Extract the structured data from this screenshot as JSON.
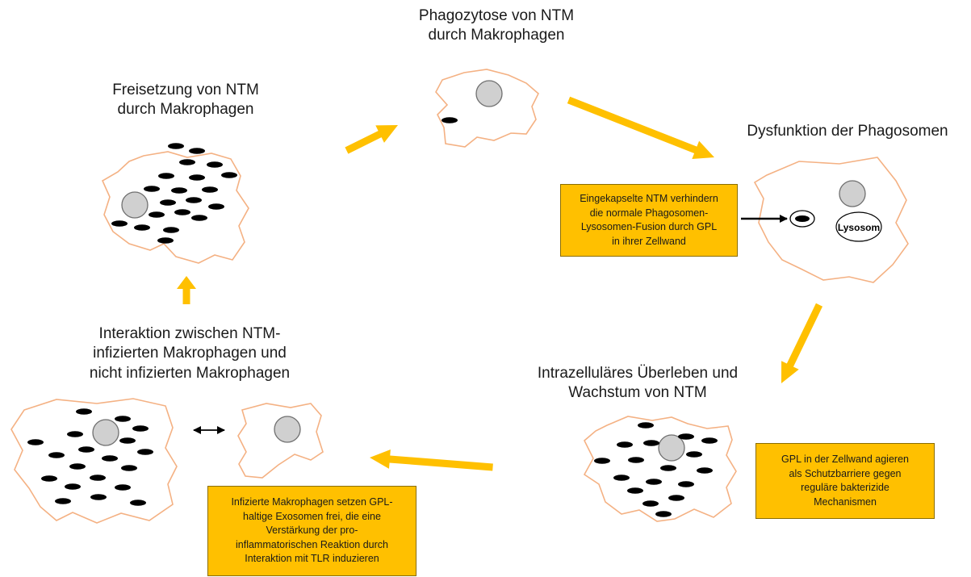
{
  "colors": {
    "arrow": "#FFC000",
    "cell_outline": "#F4B183",
    "nucleus_fill": "#D0D0D0",
    "nucleus_stroke": "#6f6f6f",
    "bacterium": "#000000",
    "note_fill": "#FFC000"
  },
  "stages": {
    "phagocytosis": {
      "title": "Phagozytose von NTM\ndurch Makrophagen"
    },
    "dysfunction": {
      "title": "Dysfunktion der Phagosomen",
      "lysosome_label": "Lysosom"
    },
    "survival": {
      "title": "Intrazelluläres Überleben und\nWachstum von NTM"
    },
    "interaction": {
      "title": "Interaktion zwischen NTM-\ninfizierten Makrophagen und\nnicht infizierten Makrophagen"
    },
    "release": {
      "title": "Freisetzung von NTM\ndurch Makrophagen"
    }
  },
  "notes": {
    "encapsulated": "Eingekapselte NTM verhindern\ndie normale Phagosomen-\nLysosomen-Fusion durch GPL\nin ihrer Zellwand",
    "barrier": "GPL in der Zellwand agieren\nals Schutzbarriere gegen\nreguläre bakterizide\nMechanismen",
    "exosomes": "Infizierte Makrophagen setzen GPL-\nhaltige Exosomen frei, die eine\nVerstärkung der pro-\ninflammatorischen Reaktion durch\nInteraktion mit TLR induzieren"
  },
  "icons": {
    "cycle_arrow": "block-arrow-icon",
    "pointer_arrow": "black-arrow-icon",
    "bidirectional_arrow": "double-headed-arrow-icon"
  }
}
